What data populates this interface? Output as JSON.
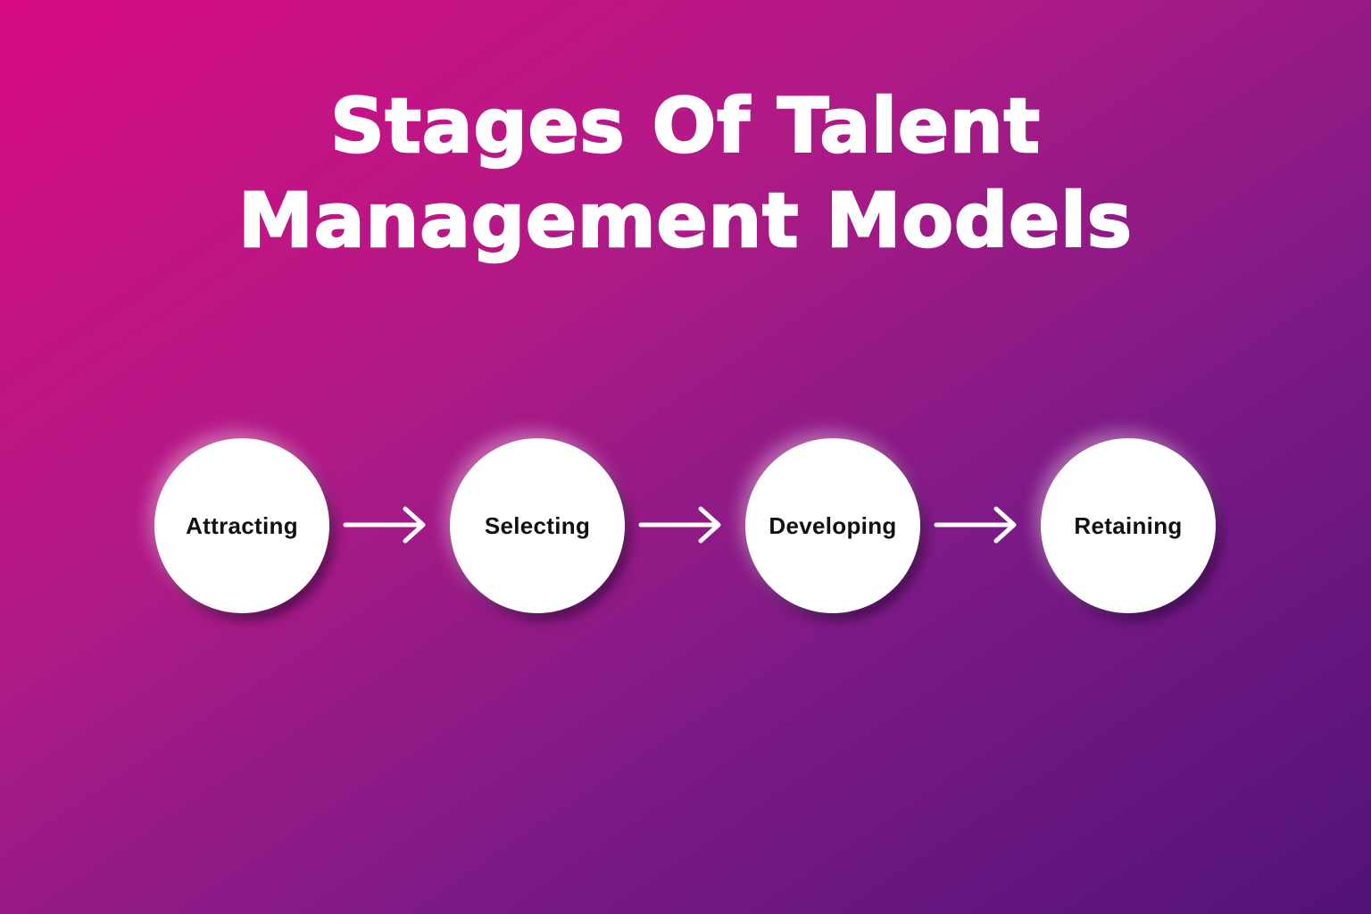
{
  "title": {
    "line1": "Stages Of Talent",
    "line2": "Management Models"
  },
  "stages": [
    {
      "label": "Attracting"
    },
    {
      "label": "Selecting"
    },
    {
      "label": "Developing"
    },
    {
      "label": "Retaining"
    }
  ],
  "connectors": [
    {
      "icon": "arrow-right-icon"
    },
    {
      "icon": "arrow-right-icon"
    },
    {
      "icon": "arrow-right-icon"
    }
  ],
  "colors": {
    "gradient_top_left": "#D80C82",
    "gradient_top_right": "#B01C88",
    "gradient_bottom_left": "#721A84",
    "gradient_bottom_right": "#52127A",
    "circle_fill": "#FFFFFF",
    "label_text": "#111111",
    "title_text": "#FFFFFF"
  }
}
